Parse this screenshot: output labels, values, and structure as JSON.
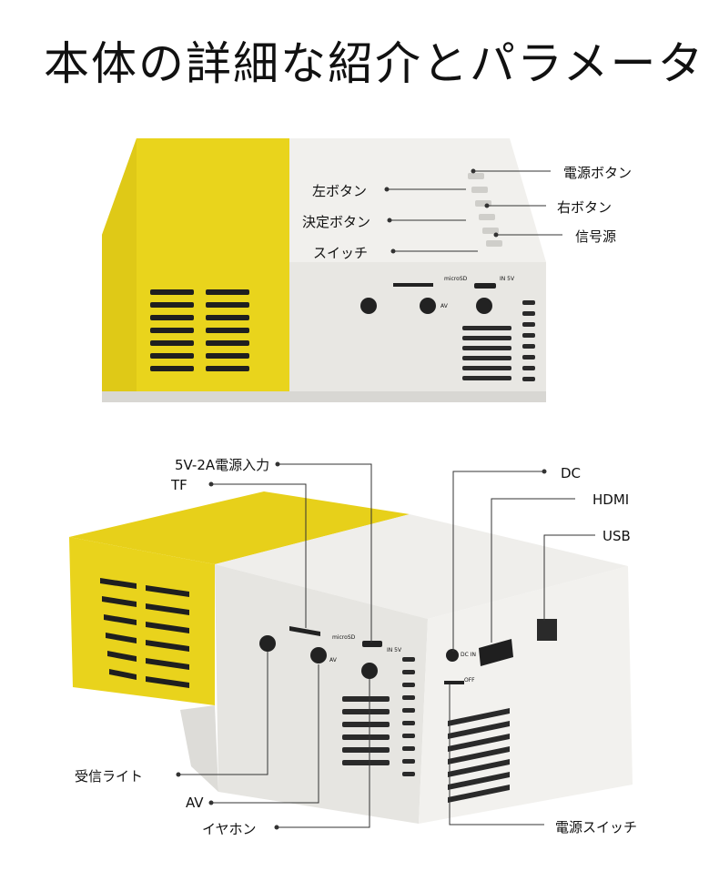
{
  "title": "本体の詳細な紹介とパラメータ",
  "top_view": {
    "labels": {
      "power_button": "電源ボタン",
      "left_button": "左ボタン",
      "right_button": "右ボタン",
      "ok_button": "決定ボタン",
      "signal_source": "信号源",
      "switch": "スイッチ"
    },
    "port_marks": {
      "microsd": "microSD",
      "in5v": "IN 5V",
      "av": "AV"
    }
  },
  "bottom_view": {
    "labels": {
      "power_input": "5V-2A電源入力",
      "tf": "TF",
      "dc": "DC",
      "hdmi": "HDMI",
      "usb": "USB",
      "receiver": "受信ライト",
      "av": "AV",
      "earphone": "イヤホン",
      "power_switch": "電源スイッチ"
    },
    "port_marks": {
      "microsd": "microSD",
      "in5v": "IN 5V",
      "av": "AV",
      "dcin": "DC IN",
      "off": "OFF"
    }
  },
  "colors": {
    "yellow": "#e8d21a",
    "white": "#ecebe8",
    "port": "#222222"
  }
}
